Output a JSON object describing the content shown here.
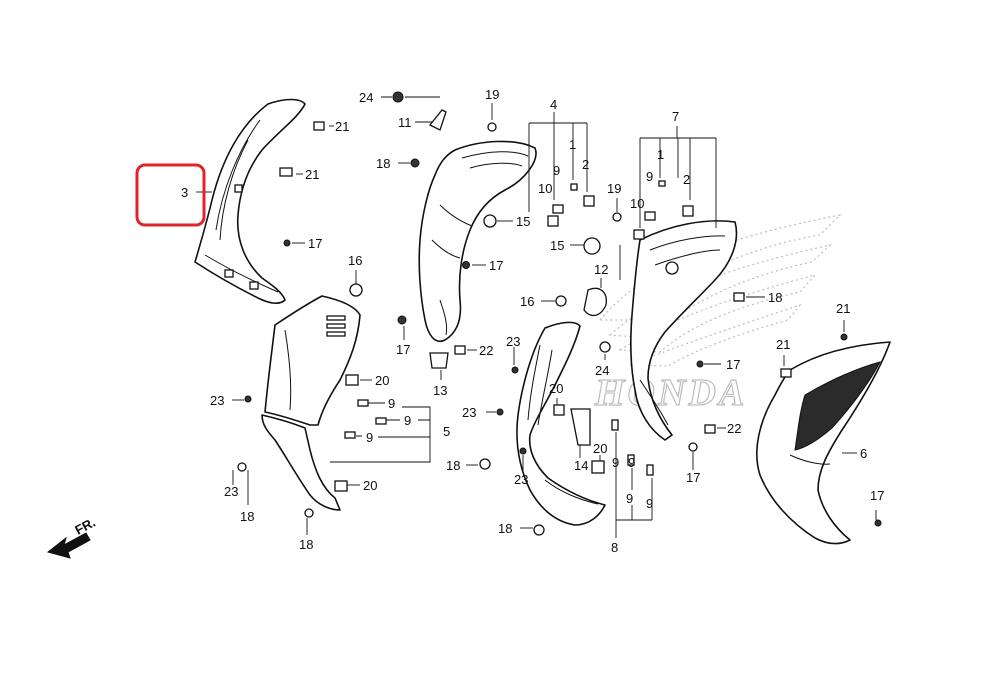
{
  "watermark": {
    "brand": "HONDA"
  },
  "direction": {
    "label": "FR."
  },
  "highlight_color": "#e0242b",
  "callouts": [
    {
      "id": "c1",
      "text": "24"
    },
    {
      "id": "c2",
      "text": "11"
    },
    {
      "id": "c3",
      "text": "19"
    },
    {
      "id": "c4",
      "text": "4"
    },
    {
      "id": "c5",
      "text": "1"
    },
    {
      "id": "c6",
      "text": "2"
    },
    {
      "id": "c7",
      "text": "9"
    },
    {
      "id": "c8",
      "text": "10"
    },
    {
      "id": "c9",
      "text": "7"
    },
    {
      "id": "c10",
      "text": "1"
    },
    {
      "id": "c11",
      "text": "9"
    },
    {
      "id": "c12",
      "text": "2"
    },
    {
      "id": "c13",
      "text": "19"
    },
    {
      "id": "c14",
      "text": "10"
    },
    {
      "id": "c15",
      "text": "21"
    },
    {
      "id": "c16",
      "text": "21"
    },
    {
      "id": "c17",
      "text": "3"
    },
    {
      "id": "c18",
      "text": "17"
    },
    {
      "id": "c19",
      "text": "18"
    },
    {
      "id": "c20",
      "text": "15"
    },
    {
      "id": "c21",
      "text": "15"
    },
    {
      "id": "c22",
      "text": "17"
    },
    {
      "id": "c23",
      "text": "16"
    },
    {
      "id": "c24",
      "text": "12"
    },
    {
      "id": "c25",
      "text": "16"
    },
    {
      "id": "c26",
      "text": "18"
    },
    {
      "id": "c27",
      "text": "21"
    },
    {
      "id": "c28",
      "text": "21"
    },
    {
      "id": "c29",
      "text": "17"
    },
    {
      "id": "c30",
      "text": "22"
    },
    {
      "id": "c31",
      "text": "23"
    },
    {
      "id": "c32",
      "text": "13"
    },
    {
      "id": "c33",
      "text": "24"
    },
    {
      "id": "c34",
      "text": "17"
    },
    {
      "id": "c35",
      "text": "20"
    },
    {
      "id": "c36",
      "text": "23"
    },
    {
      "id": "c37",
      "text": "20"
    },
    {
      "id": "c38",
      "text": "9"
    },
    {
      "id": "c39",
      "text": "9"
    },
    {
      "id": "c40",
      "text": "9"
    },
    {
      "id": "c41",
      "text": "5"
    },
    {
      "id": "c42",
      "text": "23"
    },
    {
      "id": "c43",
      "text": "22"
    },
    {
      "id": "c44",
      "text": "6"
    },
    {
      "id": "c45",
      "text": "20"
    },
    {
      "id": "c46",
      "text": "14"
    },
    {
      "id": "c47",
      "text": "9"
    },
    {
      "id": "c48",
      "text": "9"
    },
    {
      "id": "c49",
      "text": "9"
    },
    {
      "id": "c50",
      "text": "9"
    },
    {
      "id": "c51",
      "text": "18"
    },
    {
      "id": "c52",
      "text": "23"
    },
    {
      "id": "c53",
      "text": "17"
    },
    {
      "id": "c54",
      "text": "17"
    },
    {
      "id": "c55",
      "text": "23"
    },
    {
      "id": "c56",
      "text": "18"
    },
    {
      "id": "c57",
      "text": "20"
    },
    {
      "id": "c58",
      "text": "18"
    },
    {
      "id": "c59",
      "text": "18"
    },
    {
      "id": "c60",
      "text": "8"
    }
  ]
}
